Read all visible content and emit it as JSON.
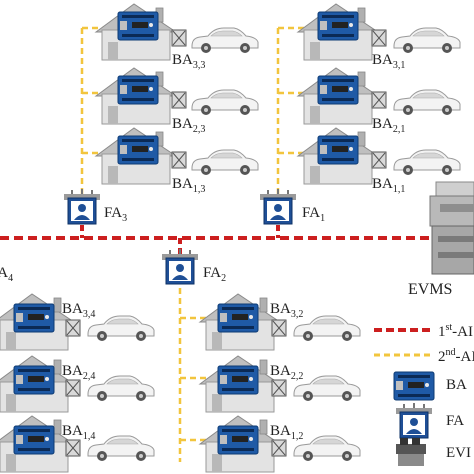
{
  "agents": {
    "fa1": {
      "base": "FA",
      "sub": "1"
    },
    "fa2": {
      "base": "FA",
      "sub": "2"
    },
    "fa3": {
      "base": "FA",
      "sub": "3"
    },
    "fa4": {
      "base": "FA",
      "sub": "4"
    }
  },
  "buildings": {
    "ba33": {
      "base": "BA",
      "sub": "3,3"
    },
    "ba23": {
      "base": "BA",
      "sub": "2,3"
    },
    "ba13": {
      "base": "BA",
      "sub": "1,3"
    },
    "ba31": {
      "base": "BA",
      "sub": "3,1"
    },
    "ba21": {
      "base": "BA",
      "sub": "2,1"
    },
    "ba11": {
      "base": "BA",
      "sub": "1,1"
    },
    "ba34": {
      "base": "BA",
      "sub": "3,4"
    },
    "ba24": {
      "base": "BA",
      "sub": "2,4"
    },
    "ba14": {
      "base": "BA",
      "sub": "1,4"
    },
    "ba32": {
      "base": "BA",
      "sub": "3,2"
    },
    "ba22": {
      "base": "BA",
      "sub": "2,2"
    },
    "ba12": {
      "base": "BA",
      "sub": "1,2"
    }
  },
  "evms": "EVMS",
  "legend": {
    "first": {
      "num": "1",
      "sup": "st",
      "rest": "-AI"
    },
    "second": {
      "num": "2",
      "sup": "nd",
      "rest": "-AI"
    },
    "ba": "BA",
    "fa": "FA",
    "evms": "EVI"
  },
  "colors": {
    "first_level_line": "#cc1f1f",
    "second_level_line": "#f2c53d",
    "board": "#1f5aa6",
    "house": "#d8d8d8",
    "car": "#f0f0f0"
  }
}
